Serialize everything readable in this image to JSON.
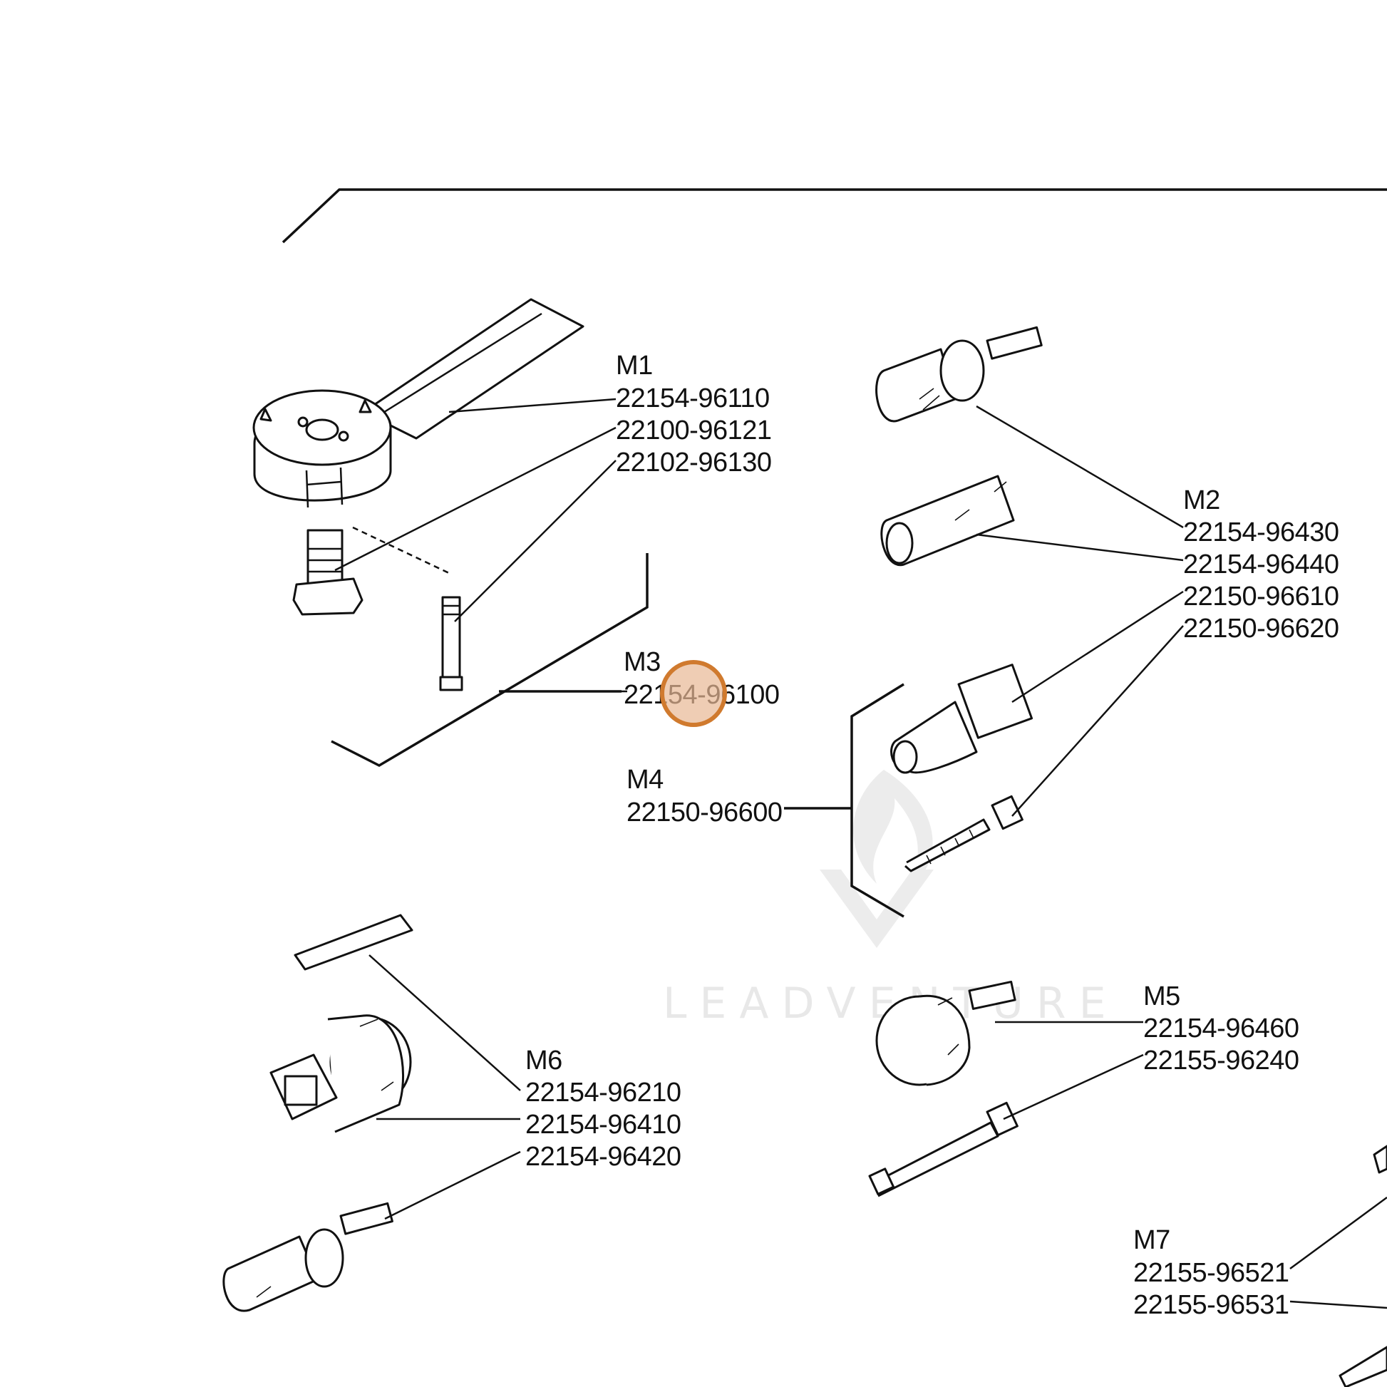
{
  "watermark": {
    "text": "LEADVENTURE"
  },
  "colors": {
    "line": "#111111",
    "background": "#ffffff",
    "marker_fill": "#e8b894",
    "marker_stroke": "#d07a2e",
    "watermark": "#e8e8e8"
  },
  "groups": {
    "m1": {
      "title": "M1",
      "parts": [
        "22154-96110",
        "22100-96121",
        "22102-96130"
      ]
    },
    "m2": {
      "title": "M2",
      "parts": [
        "22154-96430",
        "22154-96440",
        "22150-96610",
        "22150-96620"
      ]
    },
    "m3": {
      "title": "M3",
      "parts": [
        "22154-96100"
      ]
    },
    "m4": {
      "title": "M4",
      "parts": [
        "22150-96600"
      ]
    },
    "m5": {
      "title": "M5",
      "parts": [
        "22154-96460",
        "22155-96240"
      ]
    },
    "m6": {
      "title": "M6",
      "parts": [
        "22154-96210",
        "22154-96410",
        "22154-96420"
      ]
    },
    "m7": {
      "title": "M7",
      "parts": [
        "22155-96521",
        "22155-96531"
      ]
    }
  },
  "marker": {
    "name": "click-marker"
  }
}
